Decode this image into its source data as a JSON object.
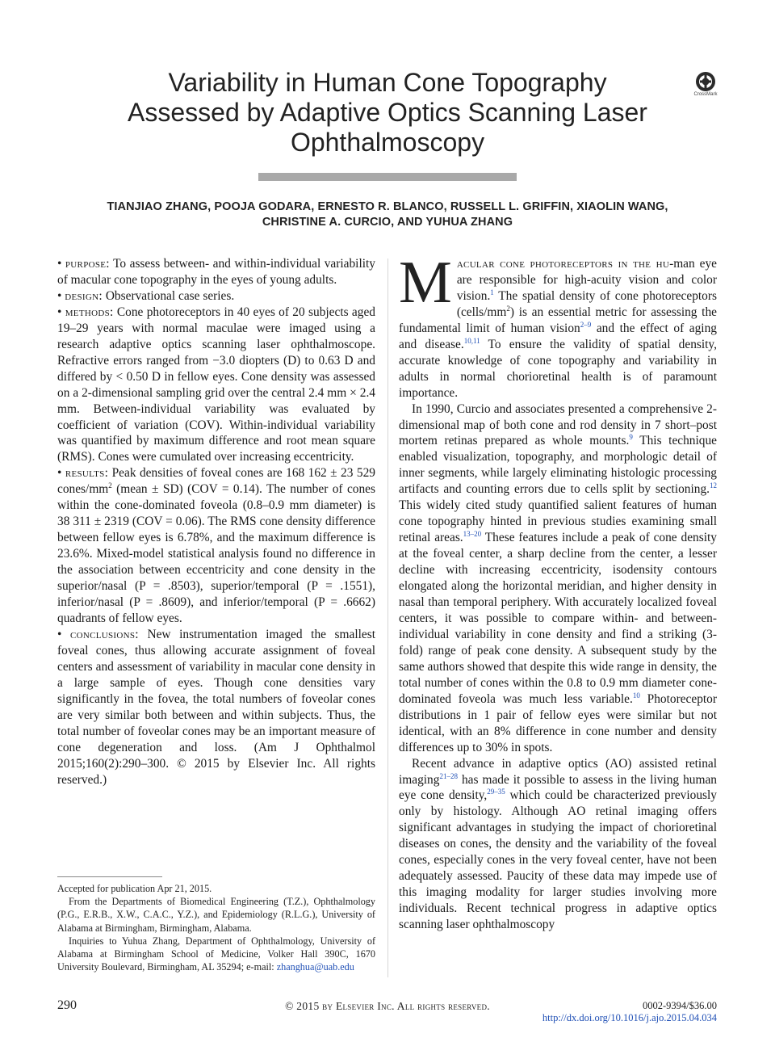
{
  "title": {
    "line1": "Variability in Human Cone Topography",
    "line2": "Assessed by Adaptive Optics Scanning Laser",
    "line3": "Ophthalmoscopy"
  },
  "crossmark_label": "CrossMark",
  "authors": {
    "line1": "TIANJIAO ZHANG, POOJA GODARA, ERNESTO R. BLANCO, RUSSELL L. GRIFFIN, XIAOLIN WANG,",
    "line2": "CHRISTINE A. CURCIO, AND YUHUA ZHANG"
  },
  "abstract": {
    "purpose_head": "purpose:",
    "purpose_text": " To assess between- and within-individual variability of macular cone topography in the eyes of young adults.",
    "design_head": "design:",
    "design_text": " Observational case series.",
    "methods_head": "methods:",
    "methods_text": " Cone photoreceptors in 40 eyes of 20 subjects aged 19–29 years with normal maculae were imaged using a research adaptive optics scanning laser ophthalmoscope. Refractive errors ranged from −3.0 diopters (D) to 0.63 D and differed by < 0.50 D in fellow eyes. Cone density was assessed on a 2-dimensional sampling grid over the central 2.4 mm × 2.4 mm. Between-individual variability was evaluated by coefficient of variation (COV). Within-individual variability was quantified by maximum difference and root mean square (RMS). Cones were cumulated over increasing eccentricity.",
    "results_head": "results:",
    "results_text_a": " Peak densities of foveal cones are 168 162 ± 23 529 cones/mm",
    "results_sup": "2",
    "results_text_b": " (mean ± SD) (COV = 0.14). The number of cones within the cone-dominated foveola (0.8–0.9 mm diameter) is 38 311 ± 2319 (COV = 0.06). The RMS cone density difference between fellow eyes is 6.78%, and the maximum difference is 23.6%. Mixed-model statistical analysis found no difference in the association between eccentricity and cone density in the superior/nasal (P = .8503), superior/temporal (P = .1551), inferior/nasal (P = .8609), and inferior/temporal (P = .6662) quadrants of fellow eyes.",
    "conclusions_head": "conclusions:",
    "conclusions_text": " New instrumentation imaged the smallest foveal cones, thus allowing accurate assignment of foveal centers and assessment of variability in macular cone density in a large sample of eyes. Though cone densities vary significantly in the fovea, the total numbers of foveolar cones are very similar both between and within subjects. Thus, the total number of foveolar cones may be an important measure of cone degeneration and loss. (Am J Ophthalmol 2015;160(2):290–300. © 2015 by Elsevier Inc. All rights reserved.)"
  },
  "footnotes": {
    "accepted": "Accepted for publication Apr 21, 2015.",
    "from": "From the Departments of Biomedical Engineering (T.Z.), Ophthalmology (P.G., E.R.B., X.W., C.A.C., Y.Z.), and Epidemiology (R.L.G.), University of Alabama at Birmingham, Birmingham, Alabama.",
    "inquiries": "Inquiries to Yuhua Zhang, Department of Ophthalmology, University of Alabama at Birmingham School of Medicine, Volker Hall 390C, 1670 University Boulevard, Birmingham, AL 35294; e-mail: ",
    "email": "zhanghua@uab.edu"
  },
  "body": {
    "dropcap": "M",
    "p1_smallcaps": "acular cone photoreceptors in the hu",
    "p1_a": "-man eye are responsible for high-acuity vision and color vision.",
    "p1_ref1": "1",
    "p1_b": " The spatial density of cone photoreceptors (cells/mm",
    "p1_sup2": "2",
    "p1_c": ") is an essential metric for assessing the fundamental limit of human vision",
    "p1_ref2": "2–9",
    "p1_d": " and the effect of aging and disease.",
    "p1_ref3": "10,11",
    "p1_e": " To ensure the validity of spatial density, accurate knowledge of cone topography and variability in adults in normal chorioretinal health is of paramount importance.",
    "p2_a": "In 1990, Curcio and associates presented a comprehensive 2-dimensional map of both cone and rod density in 7 short–post mortem retinas prepared as whole mounts.",
    "p2_ref1": "9",
    "p2_b": " This technique enabled visualization, topography, and morphologic detail of inner segments, while largely eliminating histologic processing artifacts and counting errors due to cells split by sectioning.",
    "p2_ref2": "12",
    "p2_c": " This widely cited study quantified salient features of human cone topography hinted in previous studies examining small retinal areas.",
    "p2_ref3": "13–20",
    "p2_d": " These features include a peak of cone density at the foveal center, a sharp decline from the center, a lesser decline with increasing eccentricity, isodensity contours elongated along the horizontal meridian, and higher density in nasal than temporal periphery. With accurately localized foveal centers, it was possible to compare within- and between-individual variability in cone density and find a striking (3-fold) range of peak cone density. A subsequent study by the same authors showed that despite this wide range in density, the total number of cones within the 0.8 to 0.9 mm diameter cone-dominated foveola was much less variable.",
    "p2_ref4": "10",
    "p2_e": " Photoreceptor distributions in 1 pair of fellow eyes were similar but not identical, with an 8% difference in cone number and density differences up to 30% in spots.",
    "p3_a": "Recent advance in adaptive optics (AO) assisted retinal imaging",
    "p3_ref1": "21–28",
    "p3_b": " has made it possible to assess in the living human eye cone density,",
    "p3_ref2": "29–35",
    "p3_c": " which could be characterized previously only by histology. Although AO retinal imaging offers significant advantages in studying the impact of chorioretinal diseases on cones, the density and the variability of the foveal cones, especially cones in the very foveal center, have not been adequately assessed. Paucity of these data may impede use of this imaging modality for larger studies involving more individuals. Recent technical progress in adaptive optics scanning laser ophthalmoscopy"
  },
  "footer": {
    "page_number": "290",
    "copyright": "© 2015 by Elsevier Inc. All rights reserved.",
    "issn": "0002-9394/$36.00",
    "doi": "http://dx.doi.org/10.1016/j.ajo.2015.04.034"
  },
  "colors": {
    "link": "#1f4fb5",
    "rule": "#a9a9a9",
    "text": "#1a1a1a"
  }
}
